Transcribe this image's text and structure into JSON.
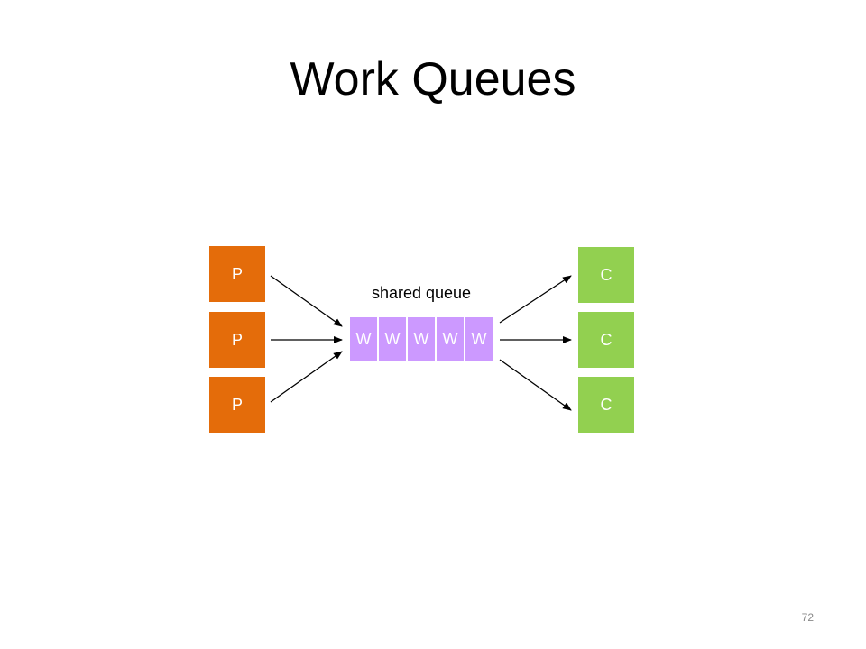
{
  "slide": {
    "title": "Work Queues",
    "page_number": "72"
  },
  "diagram": {
    "queue_label": "shared queue",
    "producers": [
      {
        "label": "P"
      },
      {
        "label": "P"
      },
      {
        "label": "P"
      }
    ],
    "queue_items": [
      {
        "label": "W"
      },
      {
        "label": "W"
      },
      {
        "label": "W"
      },
      {
        "label": "W"
      },
      {
        "label": "W"
      }
    ],
    "consumers": [
      {
        "label": "C"
      },
      {
        "label": "C"
      },
      {
        "label": "C"
      }
    ]
  },
  "colors": {
    "producer": "#e46c0a",
    "consumer": "#92d050",
    "queue_item": "#cc99ff",
    "arrow": "#000000"
  }
}
